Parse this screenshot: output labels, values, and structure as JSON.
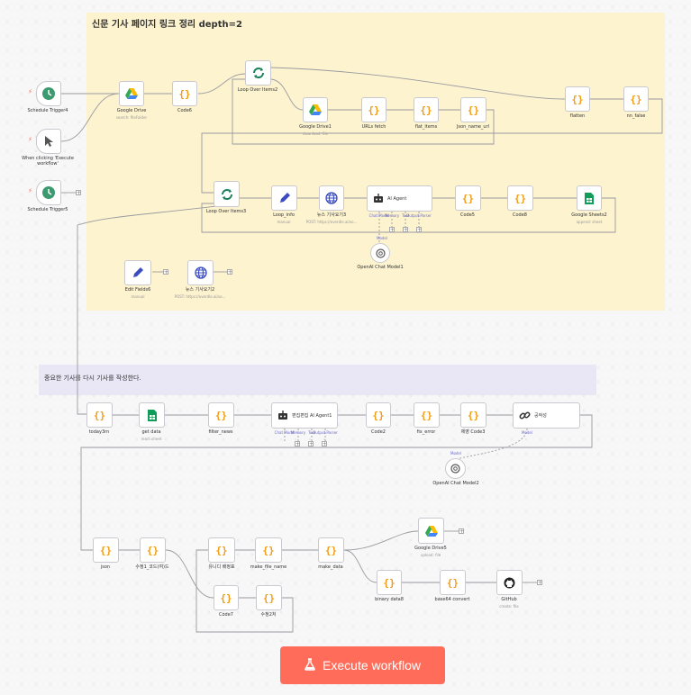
{
  "stickies": {
    "top": {
      "title": "신문 기사 페이지 링크 정리 depth=2"
    },
    "middle": {
      "title": "중요한 기사를 다시 기사를 작성한다."
    }
  },
  "nodes": {
    "schedule_trigger4": {
      "label": "Schedule Trigger4",
      "icon": "clock-icon"
    },
    "manual_trigger": {
      "label": "When clicking 'Execute workflow'",
      "icon": "cursor-icon"
    },
    "schedule_trigger5": {
      "label": "Schedule Trigger5",
      "icon": "clock-icon"
    },
    "google_drive": {
      "label": "Google Drive",
      "sub": "search: fileFolder",
      "icon": "google-drive-icon"
    },
    "code6": {
      "label": "Code6",
      "icon": "code-braces-icon"
    },
    "loop_over_items2": {
      "label": "Loop Over Items2",
      "icon": "loop-icon"
    },
    "google_drive1": {
      "label": "Google Drive1",
      "sub": "download: file",
      "icon": "google-drive-icon"
    },
    "urls_fetch": {
      "label": "URLs fetch",
      "icon": "code-braces-icon"
    },
    "flat_items": {
      "label": "flat_items",
      "icon": "code-braces-icon"
    },
    "json_name_url": {
      "label": "Json_name_url",
      "icon": "code-braces-icon"
    },
    "flatten": {
      "label": "flatten",
      "icon": "code-braces-icon"
    },
    "nn_false": {
      "label": "nn_false",
      "icon": "code-braces-icon"
    },
    "loop_over_items3": {
      "label": "Loop Over Items3",
      "icon": "loop-icon"
    },
    "loop_info": {
      "label": "Loop_info",
      "sub": "manual",
      "icon": "pencil-icon"
    },
    "news_fetch": {
      "label": "뉴스 기사요기3",
      "sub": "POST: https://overdle.ai/xo...",
      "icon": "globe-icon"
    },
    "ai_agent": {
      "label": "AI Agent",
      "icon": "robot-icon",
      "ports": [
        "Chat Model",
        "Memory",
        "Tool",
        "Output Parser"
      ]
    },
    "code5": {
      "label": "Code5",
      "icon": "code-braces-icon"
    },
    "code8": {
      "label": "Code8",
      "icon": "code-braces-icon"
    },
    "google_sheets2": {
      "label": "Google Sheets2",
      "sub": "append: sheet",
      "icon": "google-sheets-icon"
    },
    "openai_chat_model1": {
      "label": "OpenAI Chat Model1",
      "icon": "openai-icon",
      "port": "Model"
    },
    "edit_fields6": {
      "label": "Edit Fields6",
      "sub": "manual",
      "icon": "pencil-icon"
    },
    "news_fetch2": {
      "label": "뉴스 기사요기2",
      "sub": "POST: https://overdle.ai/xo...",
      "icon": "globe-icon"
    },
    "today_rn": {
      "label": "today3rn",
      "icon": "code-braces-icon"
    },
    "get_data": {
      "label": "get data",
      "sub": "read: sheet",
      "icon": "google-sheets-icon"
    },
    "filter_news": {
      "label": "filter_news",
      "icon": "code-braces-icon"
    },
    "ai_agent1": {
      "label": "편집편집 AI Agent1",
      "icon": "robot-icon",
      "ports": [
        "Chat Model",
        "Memory",
        "Tool",
        "Output Parser"
      ]
    },
    "code2": {
      "label": "Code2",
      "icon": "code-braces-icon"
    },
    "fix_error": {
      "label": "fix_error",
      "icon": "code-braces-icon"
    },
    "code3": {
      "label": "제영 Code3",
      "icon": "code-braces-icon"
    },
    "link_node": {
      "label": "공작성",
      "icon": "link-icon",
      "port": "Model"
    },
    "openai_chat_model2": {
      "label": "OpenAI Chat Model2",
      "icon": "openai-icon",
      "port": "Model"
    },
    "json": {
      "label": "json",
      "icon": "code-braces-icon"
    },
    "collect_code": {
      "label": "수정1_코드(여)드",
      "icon": "code-braces-icon"
    },
    "make_id": {
      "label": "유니디 배정표",
      "icon": "code-braces-icon"
    },
    "make_file_name": {
      "label": "make_file_name",
      "icon": "code-braces-icon"
    },
    "make_data": {
      "label": "make_data",
      "icon": "code-braces-icon"
    },
    "google_drive5": {
      "label": "Google Drive5",
      "sub": "upload: file",
      "icon": "google-drive-icon"
    },
    "code7": {
      "label": "Code7",
      "icon": "code-braces-icon"
    },
    "fix2": {
      "label": "수정2처",
      "icon": "code-braces-icon"
    },
    "binary_data8": {
      "label": "binary data8",
      "icon": "code-braces-icon"
    },
    "base64_convert": {
      "label": "base64 convert",
      "icon": "code-braces-icon"
    },
    "github": {
      "label": "GitHub",
      "sub": "create: file",
      "icon": "github-icon"
    }
  },
  "toolbar": {
    "execute_label": "Execute workflow",
    "execute_icon": "flask-icon"
  },
  "colors": {
    "accent": "#ff6d5a",
    "code": "#f39c12",
    "sticky_yellow": "#fdf3cf",
    "sticky_purple": "#e9e6f5",
    "trigger": "#3d9970"
  }
}
